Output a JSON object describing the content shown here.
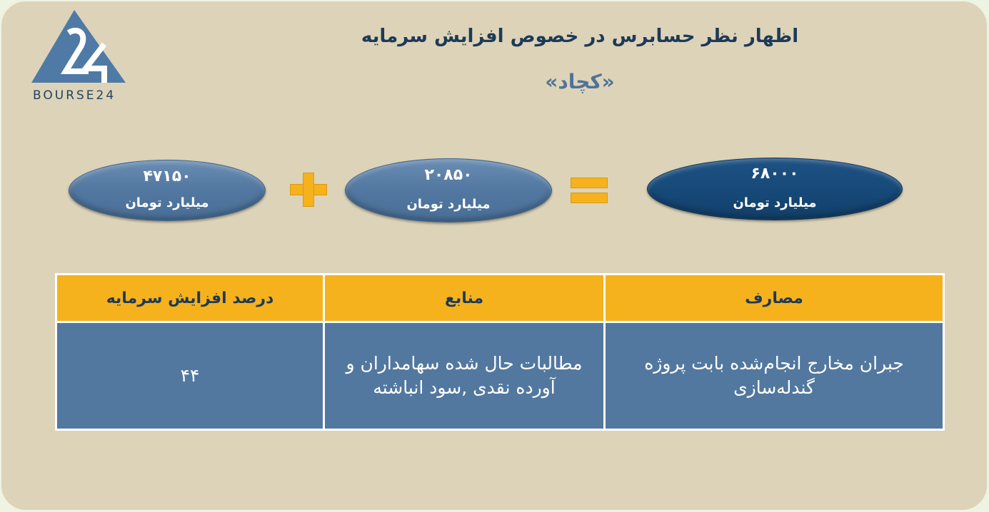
{
  "logo": {
    "brand_text": "BOURSE24",
    "mark": "24",
    "color": "#4f7aa6"
  },
  "header": {
    "title": "اظهار نظر حسابرس در خصوص افزایش سرمایه",
    "subtitle": "«کچاد»"
  },
  "equation": {
    "total": {
      "value": "۶۸۰۰۰",
      "unit": "میلیارد تومان"
    },
    "operator_equals": "=",
    "part_a": {
      "value": "۲۰۸۵۰",
      "unit": "میلیارد تومان"
    },
    "operator_plus": "+",
    "part_b": {
      "value": "۴۷۱۵۰",
      "unit": "میلیارد تومان"
    }
  },
  "table": {
    "headers": [
      "مصارف",
      "منابع",
      "درصد افزایش سرمایه"
    ],
    "rows": [
      {
        "expenses": "جبران مخارج انجام‌شده بابت پروژه گندله‌سازی",
        "sources": "مطالبات حال شده سهامداران و آورده نقدی ,سود انباشته",
        "percent": "۴۴"
      }
    ]
  },
  "colors": {
    "background": "#ddd3b9",
    "accent_yellow": "#f5b21d",
    "cell_blue": "#52789f",
    "dark_blue": "#174a79",
    "title_navy": "#1d3a57"
  }
}
